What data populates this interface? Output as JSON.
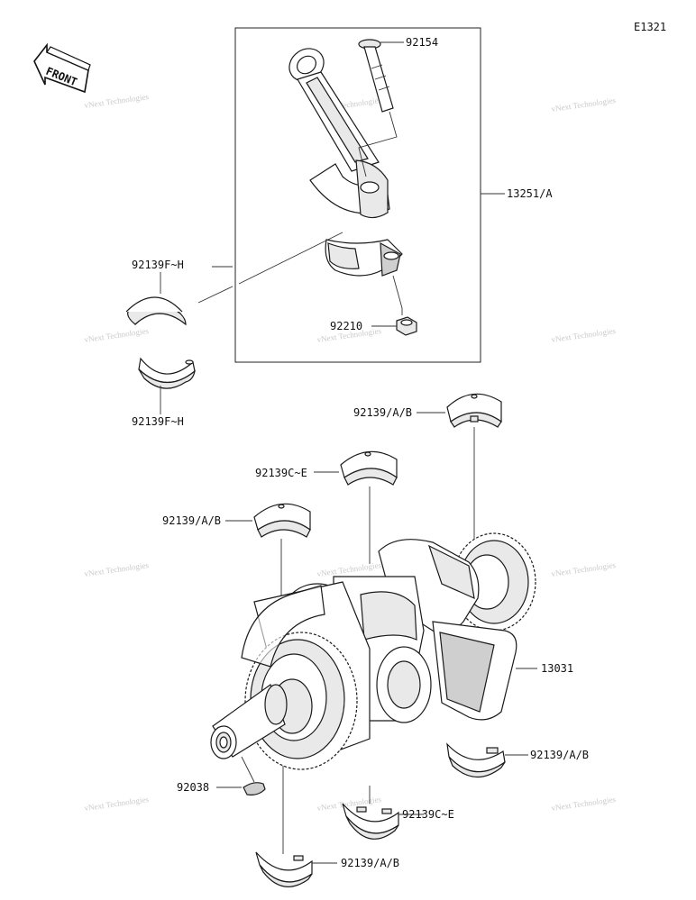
{
  "diagram_code": "E1321",
  "front_label": "FRONT",
  "watermark": "vNext Technologies",
  "parts": {
    "bolt": "92154",
    "connecting_rod_assy": "13251/A",
    "rod_bearing_upper": "92139F~H",
    "rod_bearing_lower": "92139F~H",
    "nut": "92210",
    "main_bearing_top_right": "92139/A/B",
    "main_bearing_center": "92139C~E",
    "main_bearing_left": "92139/A/B",
    "crankshaft": "13031",
    "main_bearing_bottom_right": "92139/A/B",
    "woodruff_key": "92038",
    "main_bearing_bottom_center": "92139C~E",
    "main_bearing_bottom": "92139/A/B"
  }
}
